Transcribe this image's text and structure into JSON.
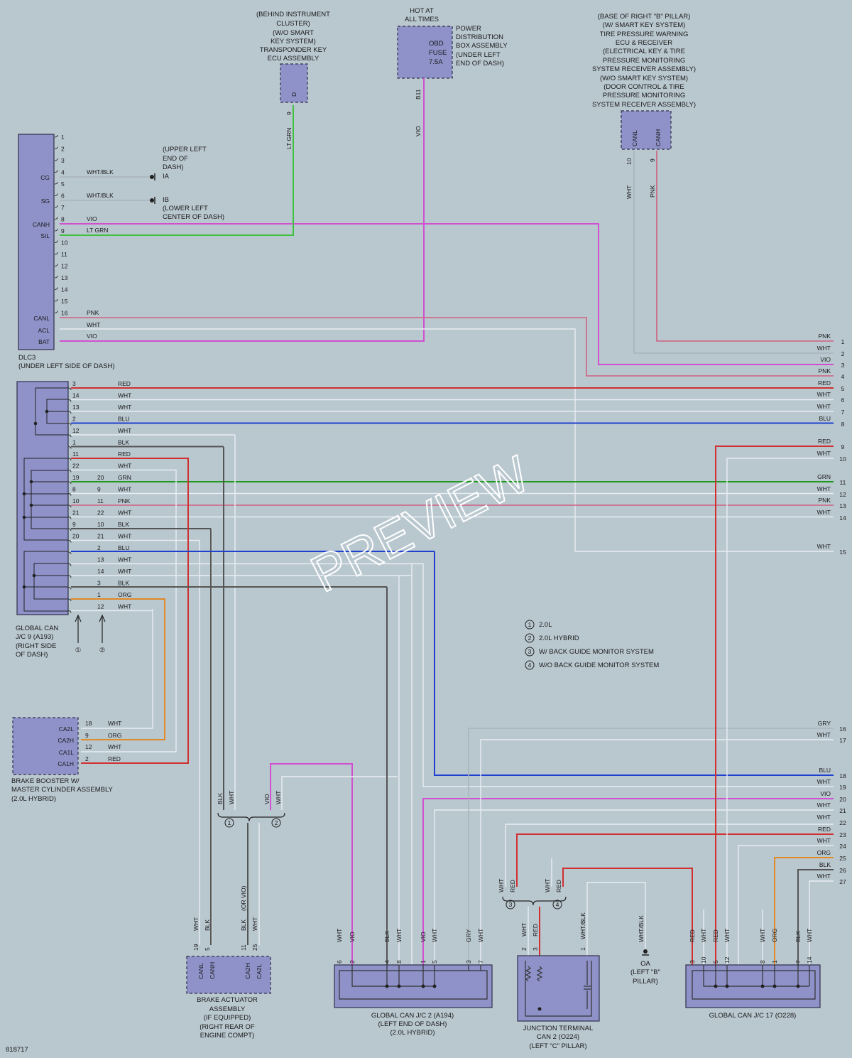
{
  "colors": {
    "background": "#b9c7cf",
    "connector": "#8e92c9"
  },
  "components": {
    "transponder": {
      "lines": [
        "(BEHIND INSTRUMENT",
        "CLUSTER)",
        "(W/O SMART",
        "KEY SYSTEM)",
        "TRANSPONDER KEY",
        "ECU ASSEMBLY"
      ],
      "pin": "9",
      "term": "D"
    },
    "hot": {
      "lines": [
        "HOT AT",
        "ALL TIMES"
      ]
    },
    "pdb": {
      "lines": [
        "POWER",
        "DISTRIBUTION",
        "BOX ASSEMBLY",
        "(UNDER LEFT",
        "END OF DASH)"
      ],
      "fuse": [
        "OBD",
        "FUSE",
        "7.5A"
      ],
      "pin": "B11"
    },
    "tpms": {
      "lines": [
        "(BASE OF RIGHT \"B\" PILLAR)",
        "(W/ SMART KEY SYSTEM)",
        "TIRE PRESSURE WARNING",
        "ECU & RECEIVER",
        "(ELECTRICAL KEY & TIRE",
        "PRESSURE MONITORING",
        "SYSTEM RECEIVER ASSEMBLY)",
        "(W/O SMART KEY SYSTEM)",
        "(DOOR CONTROL & TIRE",
        "PRESSURE MONITORING",
        "SYSTEM RECEIVER ASSEMBLY)"
      ],
      "terms": [
        "CANL",
        "CANH"
      ],
      "pins": [
        "10",
        "9"
      ],
      "wires": [
        "WHT",
        "PNK"
      ]
    },
    "dlc3": {
      "lines": [
        "DLC3",
        "(UNDER LEFT SIDE OF DASH)"
      ],
      "pins": [
        "1",
        "2",
        "3",
        "4",
        "5",
        "6",
        "7",
        "8",
        "9",
        "10",
        "11",
        "12",
        "13",
        "14",
        "15",
        "16"
      ],
      "labels": {
        "cg": "CG",
        "sg": "SG",
        "canh": "CANH",
        "sil": "SIL",
        "canl": "CANL",
        "acl": "ACL",
        "bat": "BAT"
      },
      "wires": {
        "p4": "WHT/BLK",
        "p5": "WHT/BLK",
        "p6": "VIO",
        "p7": "LT GRN",
        "p14": "PNK",
        "p15": "WHT",
        "p16": "VIO"
      }
    },
    "ground_ia": {
      "id": "IA",
      "lines": [
        "(UPPER LEFT",
        "END OF",
        "DASH)"
      ]
    },
    "ground_ib": {
      "id": "IB",
      "lines": [
        "(LOWER LEFT",
        "CENTER OF DASH)"
      ]
    },
    "ltgrn": "LT GRN",
    "vio": "VIO",
    "jc9": {
      "lines": [
        "GLOBAL CAN",
        "J/C 9 (A193)",
        "(RIGHT SIDE",
        "OF DASH)"
      ],
      "notes": [
        "①",
        "②"
      ]
    },
    "brake_booster": {
      "lines": [
        "BRAKE BOOSTER W/",
        "MASTER CYLINDER ASSEMBLY",
        "(2.0L HYBRID)"
      ],
      "terms": [
        "CA2L",
        "CA2H",
        "CA1L",
        "CA1H"
      ],
      "pins": [
        "18",
        "9",
        "12",
        "2"
      ],
      "wires": [
        "WHT",
        "ORG",
        "WHT",
        "RED"
      ]
    },
    "brake_actuator": {
      "lines": [
        "BRAKE ACTUATOR",
        "ASSEMBLY",
        "(IF EQUIPPED)",
        "(RIGHT REAR OF",
        "ENGINE COMPT)"
      ],
      "terms": [
        "CANL",
        "CANH",
        "CA2H",
        "CA2L"
      ],
      "pins": [
        "19",
        "5",
        "11",
        "25"
      ],
      "wires": [
        "WHT",
        "BLK",
        "BLK",
        "(OR VIO)",
        "WHT"
      ]
    },
    "jc2": {
      "lines": [
        "GLOBAL CAN J/C 2 (A194)",
        "(LEFT END OF DASH)",
        "(2.0L HYBRID)"
      ],
      "pins": [
        "6",
        "2",
        "4",
        "8",
        "1",
        "5",
        "3",
        "7"
      ],
      "wires": [
        "WHT",
        "VIO",
        "BLK",
        "WHT",
        "VIO",
        "WHT",
        "GRY",
        "WHT"
      ]
    },
    "jt2": {
      "lines": [
        "JUNCTION TERMINAL",
        "CAN 2 (O224)",
        "(LEFT \"C\" PILLAR)"
      ],
      "pins": [
        "2",
        "3",
        "1"
      ],
      "wires": [
        "WHT",
        "RED",
        "WHT/BLK"
      ]
    },
    "ground_oa": {
      "id": "OA",
      "lines": [
        "(LEFT \"B\"",
        "PILLAR)"
      ],
      "wire": "WHT/BLK"
    },
    "jc17": {
      "lines": [
        "GLOBAL CAN J/C 17 (O228)"
      ],
      "pins": [
        "3",
        "10",
        "5",
        "12",
        "8",
        "1",
        "7",
        "14"
      ],
      "wires": [
        "RED",
        "WHT",
        "RED",
        "WHT",
        "WHT",
        "ORG",
        "BLK",
        "WHT"
      ]
    }
  },
  "jc9_rows": [
    {
      "pin": "3",
      "pin2": "",
      "color": "RED"
    },
    {
      "pin": "14",
      "pin2": "",
      "color": "WHT"
    },
    {
      "pin": "13",
      "pin2": "",
      "color": "WHT"
    },
    {
      "pin": "2",
      "pin2": "",
      "color": "BLU"
    },
    {
      "pin": "12",
      "pin2": "",
      "color": "WHT"
    },
    {
      "pin": "1",
      "pin2": "",
      "color": "BLK"
    },
    {
      "pin": "11",
      "pin2": "",
      "color": "RED"
    },
    {
      "pin": "22",
      "pin2": "",
      "color": "WHT"
    },
    {
      "pin": "19",
      "pin2": "20",
      "color": "GRN"
    },
    {
      "pin": "8",
      "pin2": "9",
      "color": "WHT"
    },
    {
      "pin": "10",
      "pin2": "11",
      "color": "PNK"
    },
    {
      "pin": "21",
      "pin2": "22",
      "color": "WHT"
    },
    {
      "pin": "9",
      "pin2": "10",
      "color": "BLK"
    },
    {
      "pin": "20",
      "pin2": "21",
      "color": "WHT"
    },
    {
      "pin": "",
      "pin2": "2",
      "color": "BLU"
    },
    {
      "pin": "",
      "pin2": "13",
      "color": "WHT"
    },
    {
      "pin": "",
      "pin2": "14",
      "color": "WHT"
    },
    {
      "pin": "",
      "pin2": "3",
      "color": "BLK"
    },
    {
      "pin": "",
      "pin2": "1",
      "color": "ORG"
    },
    {
      "pin": "",
      "pin2": "12",
      "color": "WHT"
    }
  ],
  "right_refs": [
    {
      "n": "1",
      "c": "PNK"
    },
    {
      "n": "2",
      "c": "WHT"
    },
    {
      "n": "3",
      "c": "VIO"
    },
    {
      "n": "4",
      "c": "PNK"
    },
    {
      "n": "5",
      "c": "RED"
    },
    {
      "n": "6",
      "c": "WHT"
    },
    {
      "n": "7",
      "c": "WHT"
    },
    {
      "n": "8",
      "c": "BLU"
    },
    {
      "n": "9",
      "c": "RED"
    },
    {
      "n": "10",
      "c": "WHT"
    },
    {
      "n": "11",
      "c": "GRN"
    },
    {
      "n": "12",
      "c": "WHT"
    },
    {
      "n": "13",
      "c": "PNK"
    },
    {
      "n": "14",
      "c": "WHT"
    },
    {
      "n": "15",
      "c": "WHT"
    },
    {
      "n": "16",
      "c": "GRY"
    },
    {
      "n": "17",
      "c": "WHT"
    },
    {
      "n": "18",
      "c": "BLU"
    },
    {
      "n": "19",
      "c": "WHT"
    },
    {
      "n": "20",
      "c": "VIO"
    },
    {
      "n": "21",
      "c": "WHT"
    },
    {
      "n": "22",
      "c": "WHT"
    },
    {
      "n": "23",
      "c": "RED"
    },
    {
      "n": "24",
      "c": "WHT"
    },
    {
      "n": "25",
      "c": "ORG"
    },
    {
      "n": "26",
      "c": "BLK"
    },
    {
      "n": "27",
      "c": "WHT"
    }
  ],
  "legend": [
    {
      "sym": "1",
      "text": "2.0L"
    },
    {
      "sym": "2",
      "text": "2.0L HYBRID"
    },
    {
      "sym": "3",
      "text": "W/ BACK GUIDE MONITOR SYSTEM"
    },
    {
      "sym": "4",
      "text": "W/O BACK GUIDE MONITOR SYSTEM"
    }
  ],
  "branch_labels": {
    "b1": [
      "BLK",
      "WHT"
    ],
    "b2": [
      "VIO",
      "WHT"
    ],
    "s1": "1",
    "s2": "2",
    "c1": [
      "WHT",
      "RED"
    ],
    "c2": [
      "WHT",
      "RED"
    ],
    "s3": "3",
    "s4": "4"
  },
  "diagram_id": "818717",
  "watermark": "PREVIEW"
}
